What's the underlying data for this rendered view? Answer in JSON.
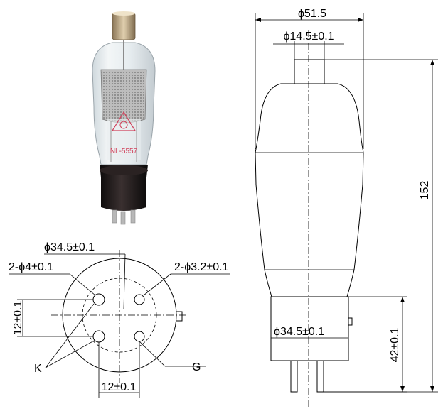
{
  "photo": {
    "markings": [
      "NL-5557"
    ],
    "colors": {
      "glass": "#dfe6ea",
      "mesh": "#a9a9a9",
      "base": "#161212",
      "cap": "#b9a27a",
      "pins": "#b8b8b8",
      "marking": "#d0405a"
    }
  },
  "bottom_view": {
    "labels": {
      "outer_dia": "ϕ34.5±0.1",
      "pin_k": "2-ϕ4±0.1",
      "pin_g": "2-ϕ3.2±0.1",
      "vertical_spacing": "12±0.1",
      "horizontal_spacing": "12±0.1",
      "k_label": "K",
      "g_label": "G"
    }
  },
  "side_view": {
    "labels": {
      "overall_dia": "ϕ51.5",
      "cap_dia": "ϕ14.5±0.1",
      "height": "152",
      "base_dia": "ϕ34.5±0.1",
      "base_height": "42±0.1"
    }
  }
}
